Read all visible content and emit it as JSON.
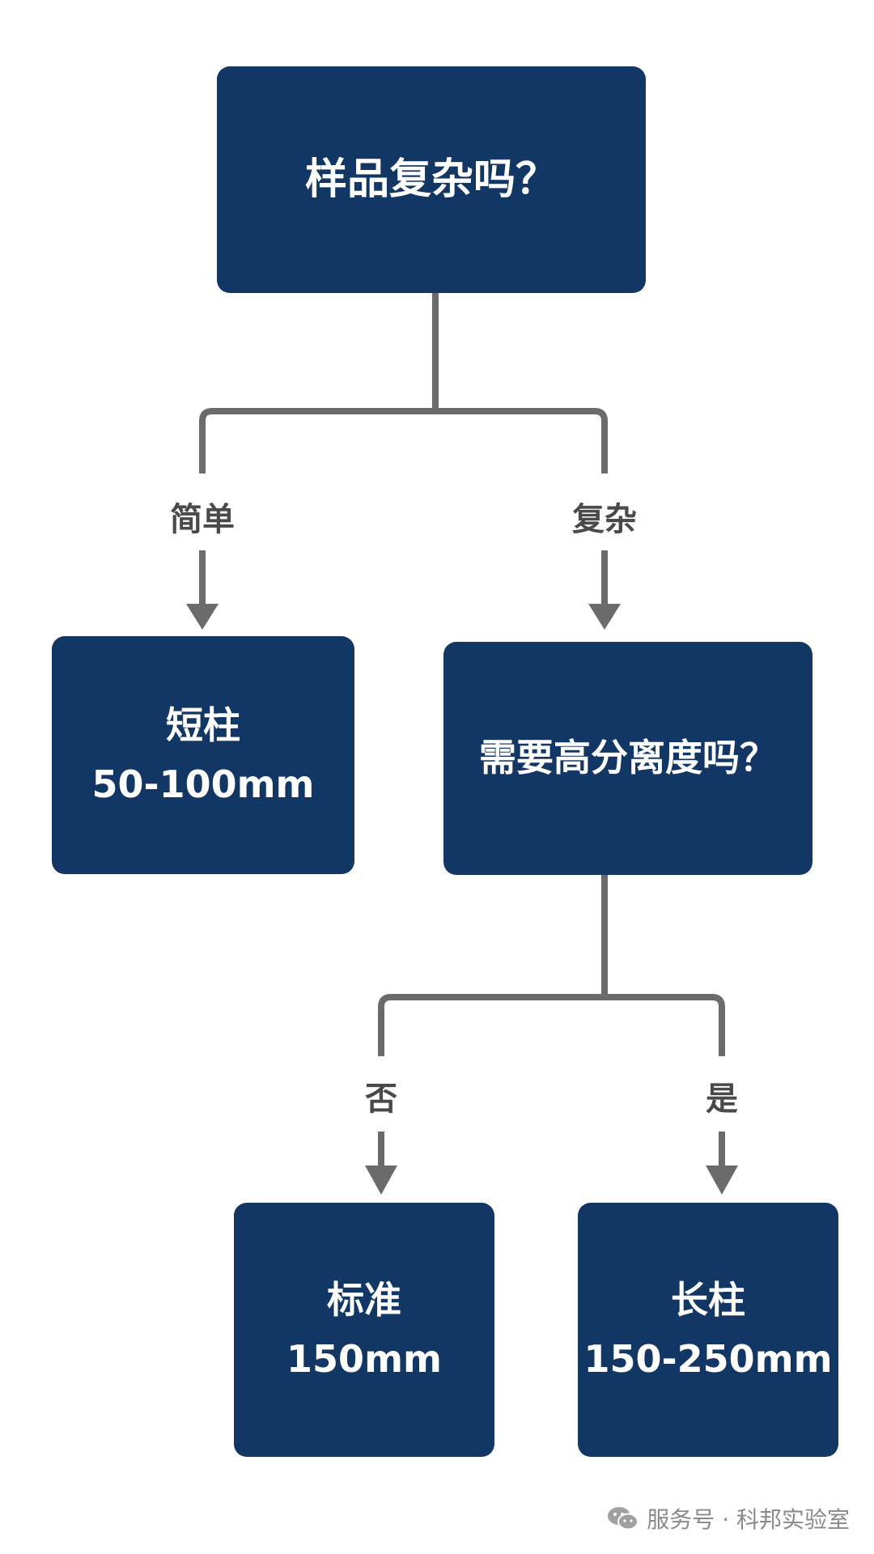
{
  "nodes": {
    "root": {
      "text": "样品复杂吗？"
    },
    "short": {
      "title": "短柱",
      "size": "50-100mm"
    },
    "hires": {
      "text": "需要高分离度吗？"
    },
    "standard": {
      "title": "标准",
      "size": "150mm"
    },
    "long": {
      "title": "长柱",
      "size": "150-250mm"
    }
  },
  "edges": {
    "simple": "简单",
    "complex": "复杂",
    "no": "否",
    "yes": "是"
  },
  "watermark": {
    "text": "服务号 · 科邦实验室",
    "icon": "wechat-icon"
  },
  "colors": {
    "node_fill": "#133764",
    "node_text": "#ffffff",
    "connector": "#6b6b6b",
    "edge_label": "#4a4a4a",
    "watermark": "#8a8a8a"
  }
}
